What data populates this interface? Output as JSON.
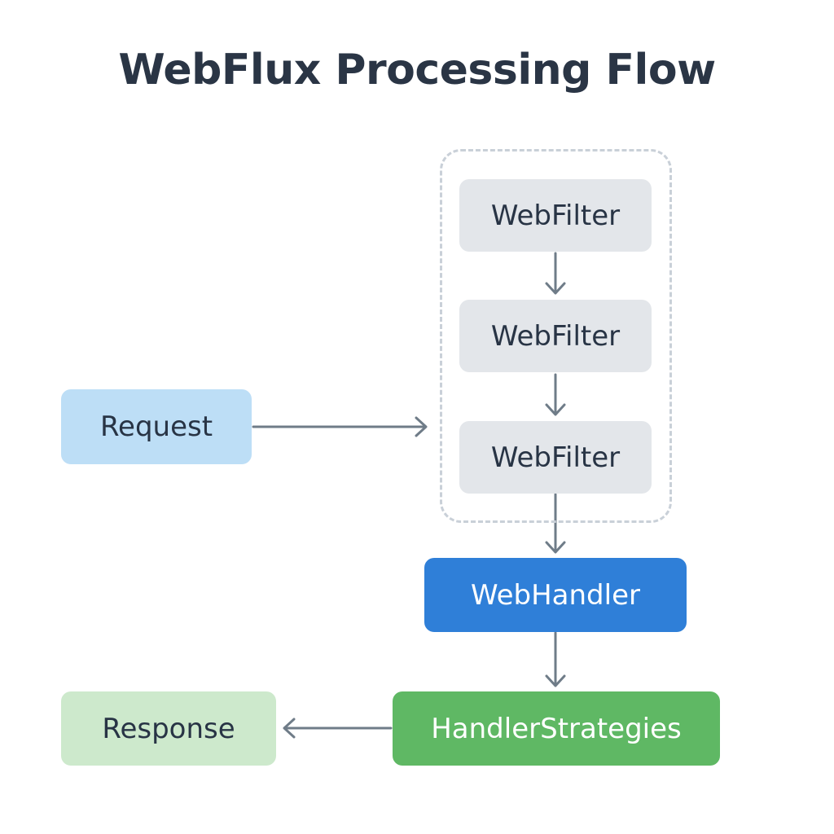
{
  "title": "WebFlux Processing Flow",
  "nodes": {
    "request": "Request",
    "filters": [
      "WebFilter",
      "WebFilter",
      "WebFilter"
    ],
    "web_handler": "WebHandler",
    "handler_strategies": "HandlerStrategies",
    "response": "Response"
  },
  "colors": {
    "request_fill": "#bddef6",
    "filter_fill": "#e3e6ea",
    "web_handler_fill": "#2f7fd8",
    "handler_strategies_fill": "#5fb864",
    "response_fill": "#cde9cc",
    "arrow": "#6f7c88",
    "group_border": "#c9d0d8",
    "text_dark": "#283445"
  }
}
